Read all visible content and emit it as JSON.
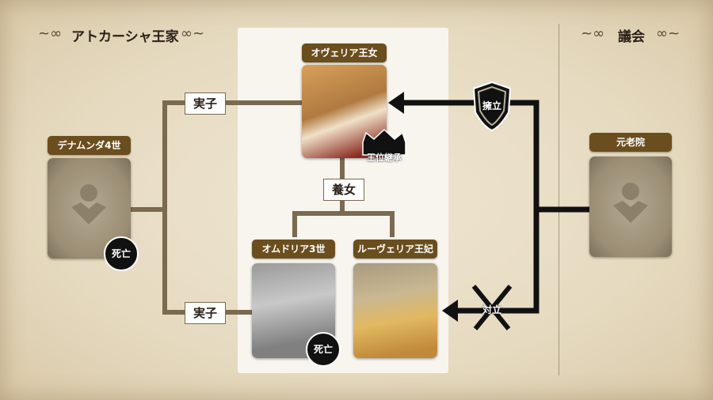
{
  "sections": {
    "royal_family": "アトカーシャ王家",
    "council": "議会"
  },
  "characters": {
    "ovelia": {
      "name": "オヴェリア王女",
      "badge": "王位継承"
    },
    "denamunda": {
      "name": "デナムンダ4世",
      "status": "死亡"
    },
    "omdoria": {
      "name": "オムドリア3世",
      "status": "死亡"
    },
    "luvelia": {
      "name": "ルーヴェリア王妃"
    },
    "senate": {
      "name": "元老院"
    }
  },
  "relations": {
    "child1": "実子",
    "child2": "実子",
    "adopted": "養女",
    "support": "擁立",
    "opposition": "対立"
  },
  "colors": {
    "label_bg": "#6b4e1e",
    "family_line": "#7a6a50",
    "council_line": "#111111"
  }
}
